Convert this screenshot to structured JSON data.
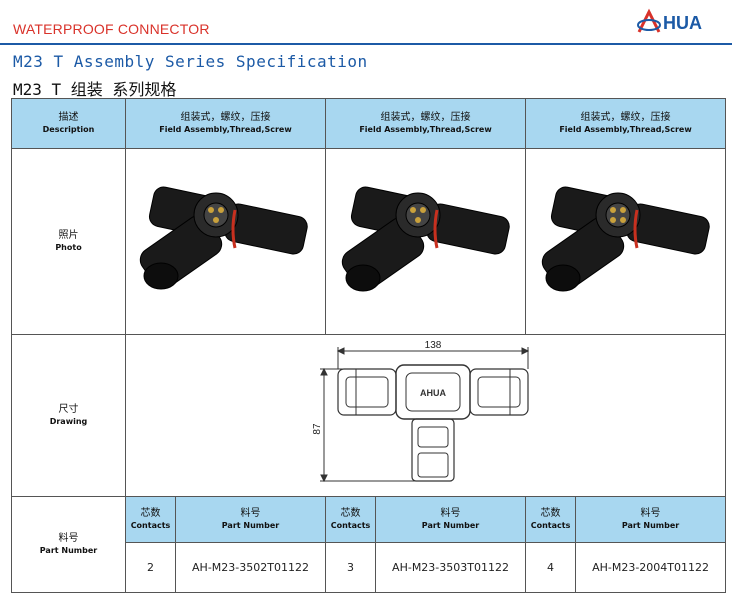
{
  "header": {
    "section": "WATERPROOF CONNECTOR",
    "brand": "A HUA",
    "brand_color": "#1c5aa6",
    "accent_color": "#d9322a"
  },
  "titles": {
    "en": "M23 T Assembly Series Specification",
    "zh": "M23 T 组装 系列规格"
  },
  "table": {
    "header_bg": "#a8d7f0",
    "desc_label": {
      "zh": "描述",
      "en": "Description"
    },
    "columns": [
      {
        "zh": "组装式，螺纹，压接",
        "en": "Field Assembly,Thread,Screw"
      },
      {
        "zh": "组装式，螺纹，压接",
        "en": "Field Assembly,Thread,Screw"
      },
      {
        "zh": "组装式，螺纹，压接",
        "en": "Field Assembly,Thread,Screw"
      }
    ],
    "photo_label": {
      "zh": "照片",
      "en": "Photo"
    },
    "drawing_label": {
      "zh": "尺寸",
      "en": "Drawing"
    },
    "drawing": {
      "width_dim": "138",
      "height_dim": "87",
      "logo_text": "AHUA"
    },
    "part_label": {
      "zh": "料号",
      "en": "Part Number"
    },
    "contacts_header": {
      "zh": "芯数",
      "en": "Contacts"
    },
    "partnum_header": {
      "zh": "料号",
      "en": "Part Number"
    },
    "parts": [
      {
        "contacts": "2",
        "part_number": "AH-M23-3502T01122"
      },
      {
        "contacts": "3",
        "part_number": "AH-M23-3503T01122"
      },
      {
        "contacts": "4",
        "part_number": "AH-M23-2004T01122"
      }
    ]
  }
}
